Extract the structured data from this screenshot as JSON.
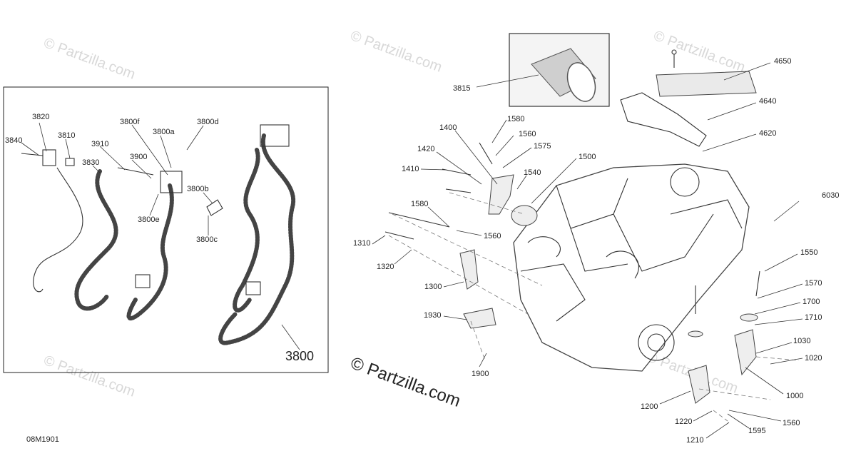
{
  "watermark": "© Partzilla.com",
  "copyright": "© Partzilla.com",
  "diagram_code": "08M1901",
  "inset_box": {
    "main_label": "3800"
  },
  "labels": [
    "3820",
    "3810",
    "3840",
    "3910",
    "3830",
    "3900",
    "3800f",
    "3800a",
    "3800d",
    "3800b",
    "3800e",
    "3800c",
    "3815",
    "4650",
    "4640",
    "4620",
    "1580",
    "1400",
    "1560",
    "1420",
    "1575",
    "1410",
    "1540",
    "1500",
    "6030",
    "1580",
    "1560",
    "1310",
    "1320",
    "1300",
    "1550",
    "1570",
    "1700",
    "1710",
    "1930",
    "1030",
    "1020",
    "1900",
    "1000",
    "1200",
    "1560",
    "1220",
    "1595",
    "1210"
  ]
}
